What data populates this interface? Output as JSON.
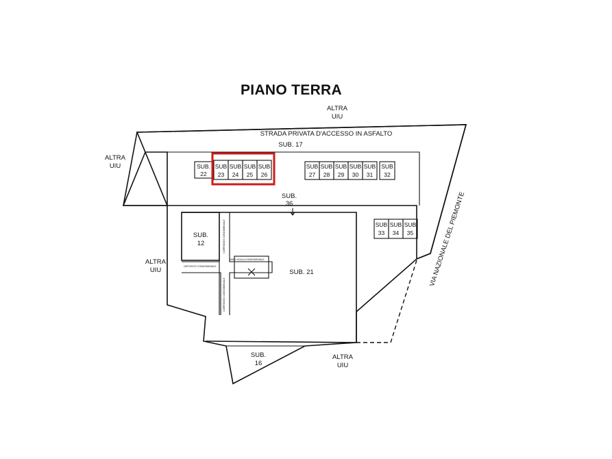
{
  "title": "PIANO TERRA",
  "labels": {
    "altra_top_1": "ALTRA",
    "altra_top_2": "UIU",
    "altra_left_1": "ALTRA",
    "altra_left_2": "UIU",
    "altra_mid_1": "ALTRA",
    "altra_mid_2": "UIU",
    "altra_bottom_1": "ALTRA",
    "altra_bottom_2": "UIU",
    "strada": "STRADA PRIVATA D'ACCESSO IN ASFALTO",
    "sub17": "SUB. 17",
    "sub36_1": "SUB.",
    "sub36_2": "36",
    "sub12_1": "SUB.",
    "sub12_2": "12",
    "sub21": "SUB. 21",
    "sub16_1": "SUB.",
    "sub16_2": "16",
    "via": "VIA NAZIONALE DEL PIEMONTE",
    "corridor_1": "CORRIDOIO CONDOMINIALE",
    "corridor_2": "CORRIDOIO CONDOMINIALE",
    "corridor_3": "DEPOSITO CONDOMINIALE",
    "stair": "VANO SCALA CONDOMINIALE"
  },
  "garages": {
    "sub_prefix": "SUB",
    "sub_prefix_dot": "SUB.",
    "n22": "22",
    "n23": "23",
    "n24": "24",
    "n25": "25",
    "n26": "26",
    "n27": "27",
    "n28": "28",
    "n29": "29",
    "n30": "30",
    "n31": "31",
    "n32": "32",
    "n33": "33",
    "n34": "34",
    "n35": "35"
  },
  "colors": {
    "highlight": "#d11a1a",
    "ink": "#111111"
  }
}
